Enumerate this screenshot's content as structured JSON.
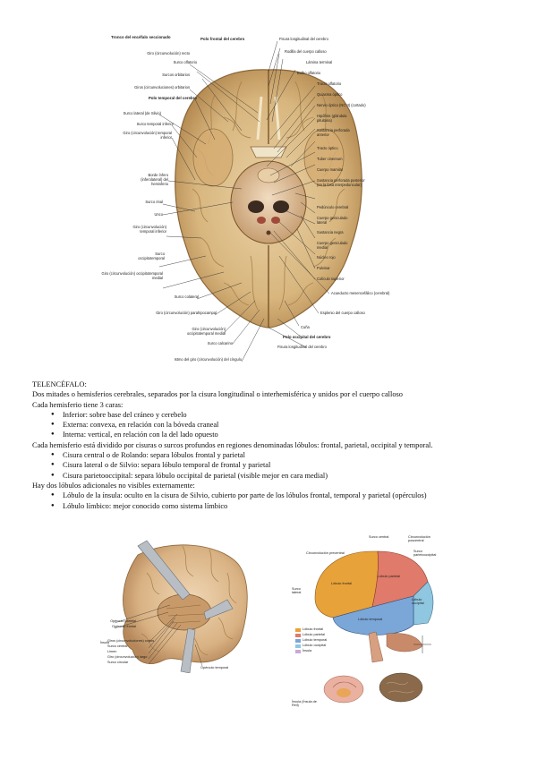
{
  "figure1": {
    "title": "Tronco del encéfalo seccionado",
    "labels_left": [
      "Giro (circunvolución) recto",
      "Surco olfatorio",
      "Surcos orbitarios",
      "Giros (circunvoluciones) orbitarios",
      "Polo temporal del cerebro",
      "Surco lateral (de Silvio)",
      "Surco temporal inferior",
      "Giro (circunvolución) temporal inferior",
      "Borde ínfero (inferolateral) del hemisferio",
      "Surco rinal",
      "Unco",
      "Giro (circunvolución) temporal inferior",
      "Surco occipitotemporal",
      "Giro (circunvolución) occipitotemporal medial",
      "Surco colateral",
      "Giro (circunvolución) parahipocampal",
      "Giro (circunvolución) occipitotemporal medial",
      "Surco calcarino",
      "Istmo del giro (circunvolución) del cíngulo"
    ],
    "label_top": "Polo frontal del cerebro",
    "labels_right": [
      "Fisura longitudinal del cerebro",
      "Rodilla del cuerpo calloso",
      "Lámina terminal",
      "Bulbo olfatorio",
      "Tracto olfatorio",
      "Quiasma óptico",
      "Nervio óptico (NC II) (cortado)",
      "Hipófisis (glándula pituitaria)",
      "Sustancia perforada anterior",
      "Tracto óptico",
      "Tuber cinereum",
      "Cuerpo mamilar",
      "Sustancia perforada posterior (en la fosa interpeduncular)",
      "Pedúnculo cerebral",
      "Cuerpo geniculado lateral",
      "Sustancia negra",
      "Cuerpo geniculado medial",
      "Núcleo rojo",
      "Pulvinar",
      "Colículo superior",
      "Acueducto mesencefálico (cerebral)",
      "Esplenio del cuerpo calloso",
      "Cuña",
      "Polo occipital del cerebro",
      "Fisura longitudinal del cerebro"
    ]
  },
  "text": {
    "heading": "TELENCÉFALO:",
    "line1": "Dos mitades o hemisferios cerebrales, separados por la cisura longitudinal o interhemisférica y unidos por el cuerpo calloso",
    "line2": "Cada hemisferio tiene 3 caras:",
    "faces": [
      "Inferior: sobre base del cráneo y cerebelo",
      "Externa: convexa, en relación con la bóveda craneal",
      "Interna: vertical, en relación con la del lado opuesto"
    ],
    "line3": "Cada hemisferio está dividido por cisuras o surcos profundos en regiones denominadas lóbulos: frontal, parietal, occipital y temporal.",
    "fissures": [
      "Cisura central o de Rolando: separa lóbulos frontal y parietal",
      "Cisura lateral o de Silvio: separa lóbulo temporal de frontal y parietal",
      "Cisura parietooccipital: separa lóbulo occipital de parietal (visible mejor en cara medial)"
    ],
    "line4": "Hay dos lóbulos adicionales no visibles externamente:",
    "extra_lobes": [
      "Lóbulo de la ínsula: oculto en la cisura de Silvio, cubierto por parte de los lóbulos frontal, temporal y parietal (opérculos)",
      "Lóbulo límbico: mejor conocido como sistema límbico"
    ]
  },
  "figure2": {
    "labels": [
      "Opérculo parietal",
      "Opérculo frontal",
      "Ínsula",
      "Giros (circunvoluciones) cortos",
      "Surco central",
      "Limen",
      "Giro (circunvolución) largo",
      "Surco circular",
      "Opérculo temporal"
    ]
  },
  "figure3": {
    "labels": [
      "Surco central",
      "Circunvolución poscentral",
      "Circunvolución precentral",
      "Surco parietooccipital",
      "Lóbulo frontal",
      "Lóbulo parietal",
      "Lóbulo occipital",
      "Lóbulo temporal",
      "Surco lateral"
    ],
    "legend": [
      {
        "label": "Lóbulo frontal",
        "color": "#e8a23a"
      },
      {
        "label": "Lóbulo parietal",
        "color": "#e07a6a"
      },
      {
        "label": "Lóbulo temporal",
        "color": "#7aa6d8"
      },
      {
        "label": "Lóbulo occipital",
        "color": "#8fc7e0"
      },
      {
        "label": "Ínsula",
        "color": "#c9a8d8"
      }
    ],
    "insula_label": "Ínsula (Ínsula de Reil)"
  }
}
